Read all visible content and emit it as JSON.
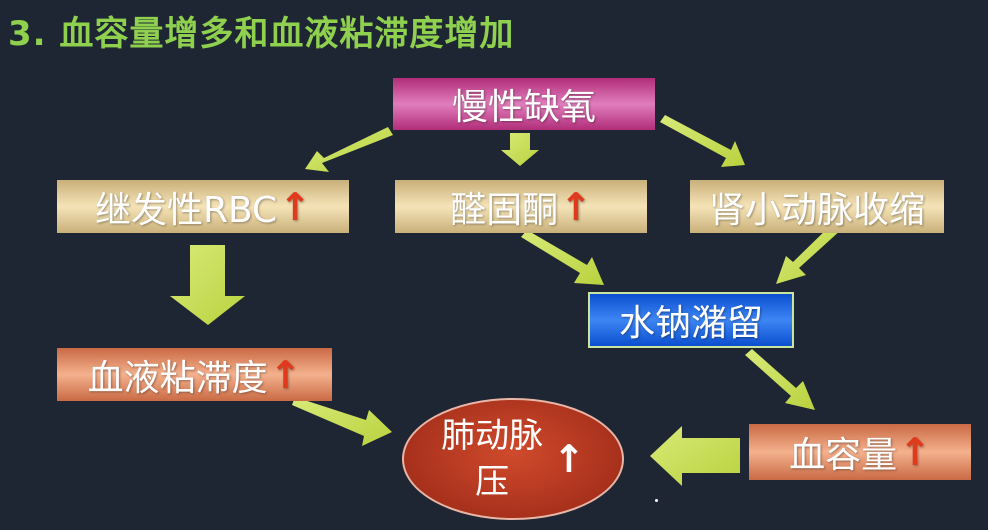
{
  "title": "3. 血容量增多和血液粘滞度增加",
  "nodes": {
    "chronic_hypoxia": "慢性缺氧",
    "secondary_rbc": "继发性RBC",
    "aldosterone": "醛固酮",
    "renal_arteriole": "肾小动脉收缩",
    "water_sodium": "水钠潴留",
    "blood_viscosity": "血液粘滞度",
    "blood_volume": "血容量",
    "pulmonary_pressure_line1": "肺动脉",
    "pulmonary_pressure_line2": "压"
  },
  "up_arrow": "↑",
  "colors": {
    "title": "#8fd14f",
    "arrow": "#c8e04e",
    "up_arrow": "#e03a1e"
  }
}
